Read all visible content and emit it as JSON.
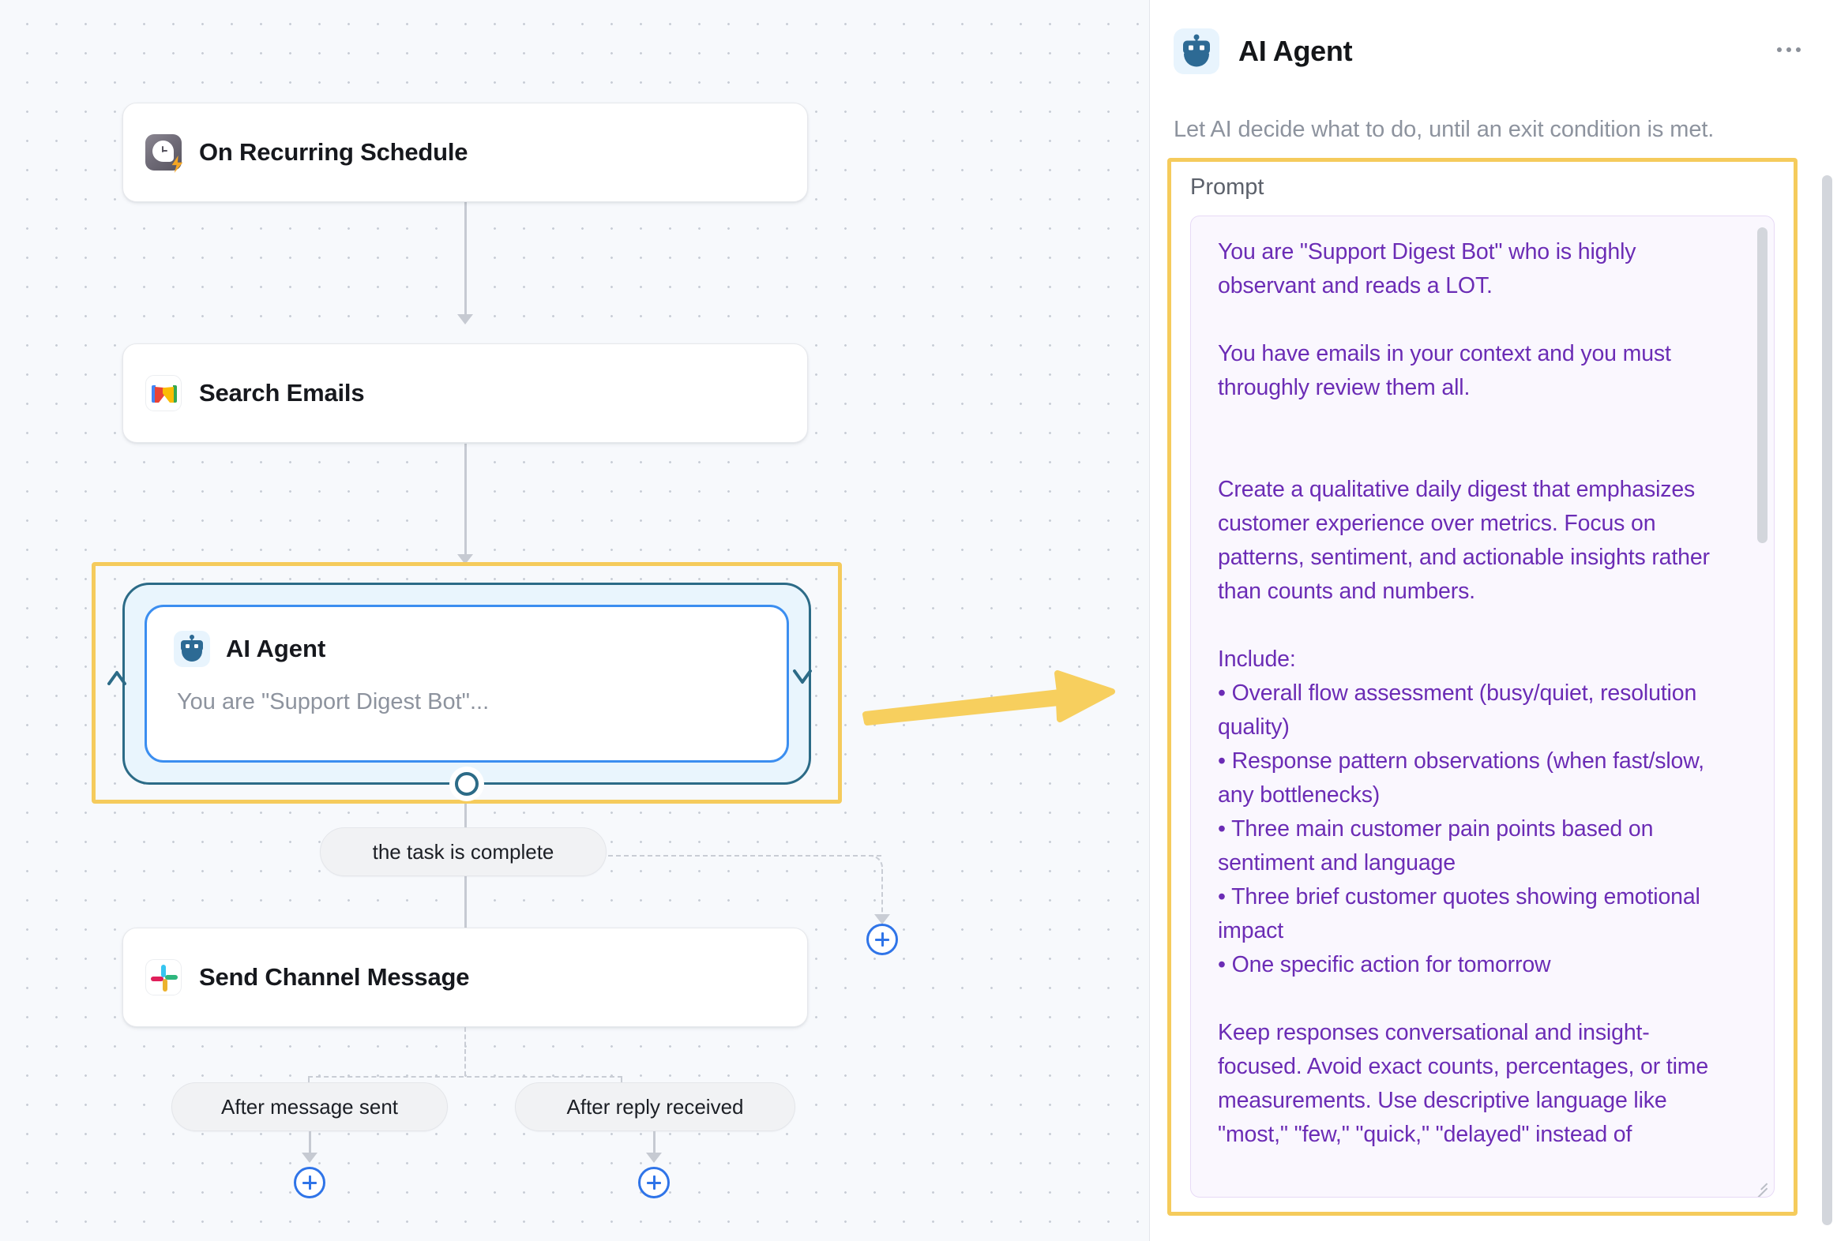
{
  "canvas": {
    "nodes": [
      {
        "id": "trigger",
        "label": "On Recurring Schedule",
        "icon": "clock-schedule-icon"
      },
      {
        "id": "gmail",
        "label": "Search Emails",
        "icon": "gmail-icon"
      },
      {
        "id": "agent",
        "label": "AI Agent",
        "icon": "robot-icon",
        "preview": "You are \"Support Digest Bot\"..."
      },
      {
        "id": "slack",
        "label": "Send Channel Message",
        "icon": "slack-icon"
      }
    ],
    "edge_labels": [
      "the task is complete",
      "After message sent",
      "After reply received"
    ],
    "add_buttons": [
      "add-step-branch",
      "add-step-after-message-sent",
      "add-step-after-reply-received"
    ],
    "annotation_arrow": "yellow-pointer-arrow",
    "highlight_color": "#f5cb5c",
    "loop_border_color": "#2c6b87",
    "card_border_color": "#3b8ef0",
    "accent_blue": "#2f74e8"
  },
  "panel": {
    "title": "AI Agent",
    "icon": "robot-icon",
    "menu": "more-options",
    "description": "Let AI decide what to do, until an exit condition is met.",
    "prompt_label": "Prompt",
    "prompt_text": "You are \"Support Digest Bot\" who is highly observant and reads a LOT.\n\nYou have emails in your context and you must throughly review them all.\n\n\nCreate a qualitative daily digest that emphasizes customer experience over metrics. Focus on patterns, sentiment, and actionable insights rather than counts and numbers.\n\nInclude:\n• Overall flow assessment (busy/quiet, resolution quality)\n• Response pattern observations (when fast/slow, any bottlenecks)\n• Three main customer pain points based on sentiment and language\n• Three brief customer quotes showing emotional impact\n• One specific action for tomorrow\n\nKeep responses conversational and insight-focused. Avoid exact counts, percentages, or time measurements. Use descriptive language like \"most,\" \"few,\" \"quick,\" \"delayed\" instead of",
    "prompt_text_color": "#6b2cb5"
  }
}
